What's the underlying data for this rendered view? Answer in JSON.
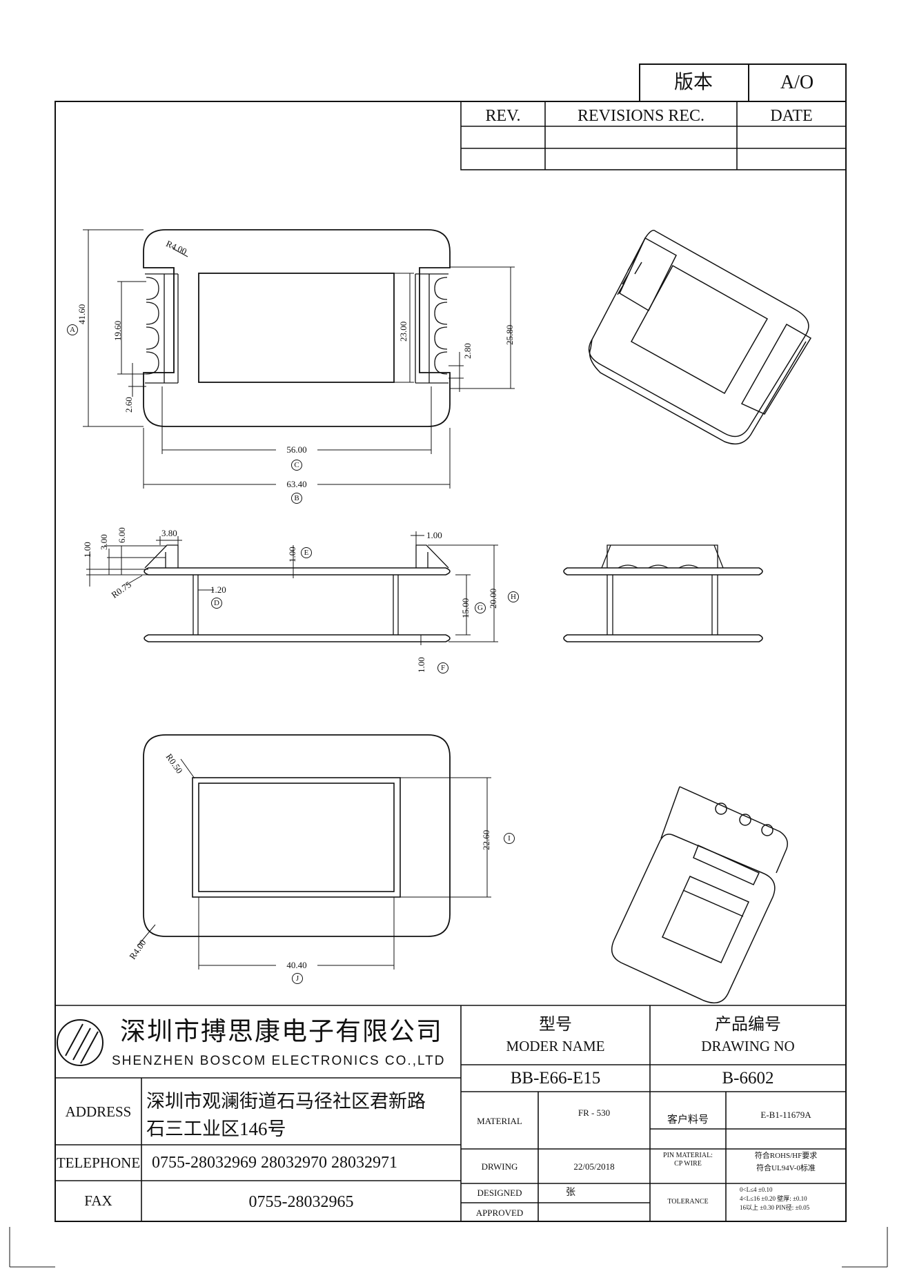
{
  "version": {
    "label": "版本",
    "value": "A/O"
  },
  "revisions": {
    "col_rev": "REV.",
    "col_rec": "REVISIONS REC.",
    "col_date": "DATE"
  },
  "dims": {
    "r400_top": "R4.00",
    "d4160": "41.60",
    "d1960": "19.60",
    "d260": "2.60",
    "d2300": "23.00",
    "d2580": "25.80",
    "d280": "2.80",
    "d5600": "56.00",
    "d6340": "63.40",
    "circ_a": "A",
    "circ_b": "B",
    "circ_c": "C",
    "d380": "3.80",
    "d100a": "1.00",
    "d300": "3.00",
    "d600": "6.00",
    "r075": "R0.75",
    "d120": "1.20",
    "circ_d": "D",
    "d100e": "1.00",
    "circ_e": "E",
    "d100r": "1.00",
    "d1500": "15.00",
    "circ_g": "G",
    "d2000": "20.00",
    "circ_h": "H",
    "d100f": "1.00",
    "circ_f": "F",
    "r050": "R0.50",
    "d2260": "22.60",
    "circ_i": "I",
    "r400_bot": "R4.00",
    "d4040": "40.40",
    "circ_j": "J"
  },
  "company": {
    "name_cn": "深圳市搏思康电子有限公司",
    "name_en": "SHENZHEN BOSCOM ELECTRONICS CO.,LTD",
    "address_label": "ADDRESS",
    "address_line1": "深圳市观澜街道石马径社区君新路",
    "address_line2": "石三工业区146号",
    "telephone_label": "TELEPHONE",
    "telephone": "0755-28032969 28032970 28032971",
    "fax_label": "FAX",
    "fax": "0755-28032965"
  },
  "title_block": {
    "model_cn": "型号",
    "model_en": "MODER NAME",
    "model_value": "BB-E66-E15",
    "drawing_cn": "产品编号",
    "drawing_en": "DRAWING NO",
    "drawing_value": "B-6602",
    "material_label": "MATERIAL",
    "material_value": "FR - 530",
    "customer_label": "客户料号",
    "customer_value": "E-B1-11679A",
    "drwing_label": "DRWING",
    "drwing_value": "22/05/2018",
    "pin_label_1": "PIN MATERIAL:",
    "pin_label_2": "CP WIRE",
    "pin_value_1": "符合ROHS/HF要求",
    "pin_value_2": "符合UL94V-0标准",
    "designed_label": "DESIGNED",
    "designed_value": "张",
    "approved_label": "APPROVED",
    "tolerance_label": "TOLERANCE",
    "tol_1": "0<L≤4 ±0.10",
    "tol_2": "4<L≤16 ±0.20  壁厚: ±0.10",
    "tol_3": "16以上 ±0.30  PIN径: ±0.05"
  }
}
